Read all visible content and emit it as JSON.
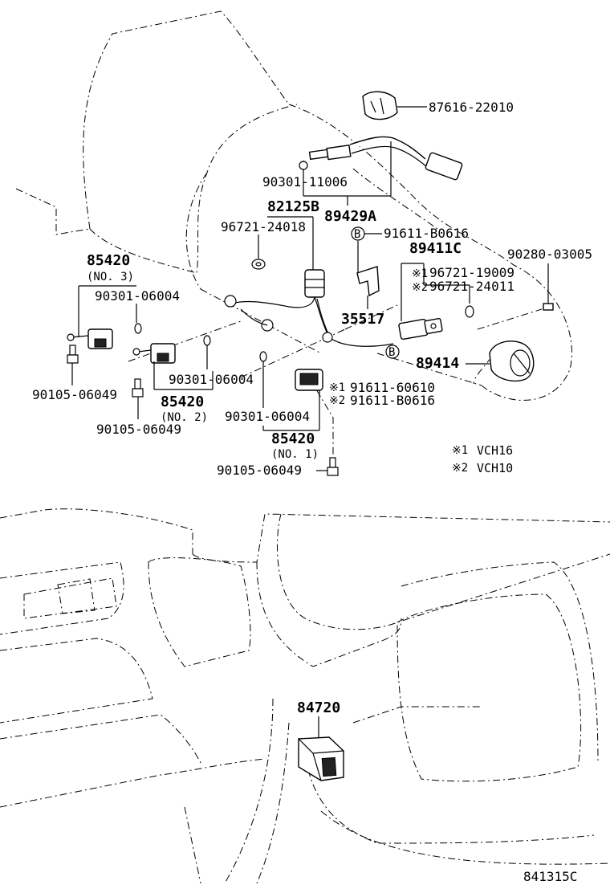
{
  "labels": {
    "p87616": "87616-22010",
    "p90301a": "90301-11006",
    "p82125b": "82125B",
    "p89429a": "89429A",
    "p96721_24018": "96721-24018",
    "p91611_b0616_top": "91611-B0616",
    "p89411c": "89411C",
    "p90280": "90280-03005",
    "p96721_19009": "96721-19009",
    "p96721_24011": "96721-24011",
    "p85420_no3": "85420",
    "no3": "(NO. 3)",
    "p90301_no3": "90301-06004",
    "p35517": "35517",
    "p89414": "89414",
    "p90105_left": "90105-06049",
    "p90301_no2": "90301-06004",
    "p85420_no2": "85420",
    "no2": "(NO. 2)",
    "p91611_60610": "91611-60610",
    "p91611_b0616_bot": "91611-B0616",
    "p90105_mid": "90105-06049",
    "p90301_no1": "90301-06004",
    "p85420_no1": "85420",
    "no1": "(NO. 1)",
    "p90105_bot": "90105-06049",
    "p84720": "84720",
    "ref": "841315C",
    "mark1": "※1",
    "mark2": "※2",
    "circle_b": "B"
  },
  "legend": [
    {
      "mark": "※1",
      "text": "VCH16"
    },
    {
      "mark": "※2",
      "text": "VCH10"
    }
  ]
}
